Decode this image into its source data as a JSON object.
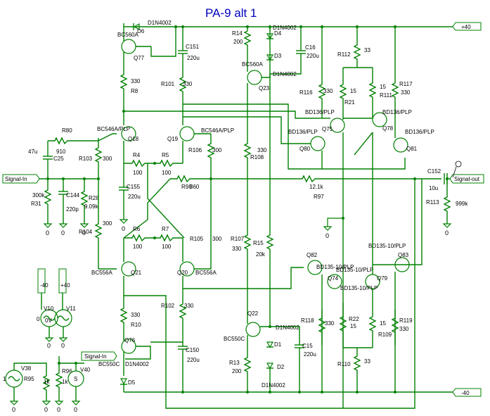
{
  "title": "PA-9 alt 1",
  "ports": {
    "vplus": "+40",
    "vminus": "-40",
    "signal_in": "Signal-In",
    "signal_in2": "Signal-In",
    "signal_out": "Signal-out"
  },
  "components": {
    "D6": "D6",
    "D6v": "D1N4002",
    "Q77": "Q77",
    "Q77v": "BC560A",
    "C151": "C151",
    "C151v": "220u",
    "R8": "R8",
    "R8v": "330",
    "R101": "R101",
    "R101v": "330",
    "R14": "R14",
    "R14v": "200",
    "D4": "D4",
    "D4v": "D1N4002",
    "D3": "D3",
    "D3v": "D1N4002",
    "C16": "C16",
    "C16v": "220u",
    "Q23": "Q23",
    "Q23v": "BC560A",
    "R112": "R112",
    "R112v": "33",
    "R116": "R116",
    "R116v": "330",
    "R21": "R21",
    "R21v": "15",
    "R111": "R111",
    "R111v": "15",
    "R117": "R117",
    "R117v": "330",
    "Q75": "Q75",
    "Q75v": "BD136/PLP",
    "Q78": "Q78",
    "Q78v": "BD136/PLP",
    "Q80": "Q80",
    "Q80v": "BD136/PLP",
    "Q81": "Q81",
    "Q81v": "BD136/PLP",
    "Q18": "Q18",
    "Q18v": "BC546A/PLP",
    "Q19": "Q19",
    "Q19v": "BC546A/PLP",
    "R80": "R80",
    "R80v": "910",
    "C25": "C25",
    "C25v": "47u",
    "R103": "R103",
    "R103v": "300",
    "R4": "R4",
    "R4v": "100",
    "R5": "R5",
    "R5v": "100",
    "R106": "R106",
    "R106v": "300",
    "R108": "R108",
    "R108v": "330",
    "R31": "R31",
    "R31v": "300k",
    "C144": "C144",
    "C144v": "220p",
    "R28": "R28",
    "R28v": "9.09k",
    "C155": "C155",
    "C155v": "220u",
    "R98": "R98",
    "R98v": "360",
    "R97": "R97",
    "R97v": "12.1k",
    "C152": "C152",
    "C152v": "10u",
    "R113": "R113",
    "R113v": "999k",
    "R104": "R104",
    "R104v": "300",
    "R6": "R6",
    "R6v": "100",
    "R7": "R7",
    "R7v": "100",
    "R105": "R105",
    "R105v": "300",
    "R107": "R107",
    "R107v": "330",
    "R15": "R15",
    "R15v": "20k",
    "Q82": "Q82",
    "Q82v": "BD135-10/PLP",
    "Q74": "Q74",
    "Q74v": "BD135-10/PLP",
    "Q79": "Q79",
    "Q79v": "BD135-10/PLP",
    "Q83": "Q83",
    "Q83v": "BD135-10/PLP",
    "Q21": "Q21",
    "Q21v": "BC556A",
    "Q20": "Q20",
    "Q20v": "BC556A",
    "R10": "R10",
    "R10v": "330",
    "R102": "R102",
    "R102v": "330",
    "Q22": "Q22",
    "Q22v": "BC550C",
    "D1": "D1",
    "D1v": "D1N4002",
    "D2": "D2",
    "D2v": "D1N4002",
    "C15": "C15",
    "C15v": "220u",
    "R118": "R118",
    "R118v": "330",
    "R22": "R22",
    "R22v": "15",
    "R109": "R109",
    "R109v": "15",
    "R119": "R119",
    "R119v": "330",
    "R110": "R110",
    "R110v": "33",
    "Q76": "Q76",
    "Q76v": "BC550C",
    "C150": "C150",
    "C150v": "220u",
    "R13": "R13",
    "R13v": "200",
    "D5": "D5",
    "D5v": "D1N4002",
    "V10": "V10",
    "V10v": "0V",
    "V11": "V11",
    "V38": "V38",
    "R95": "R95",
    "R95v": "1k",
    "R96": "R96",
    "R96v": "1k",
    "V40": "V40"
  },
  "ground_label": "0",
  "src_value_a": "0",
  "src_value_b": "1",
  "colors": {
    "wire": "#008000",
    "title": "#0000c0",
    "text": "#000000"
  }
}
